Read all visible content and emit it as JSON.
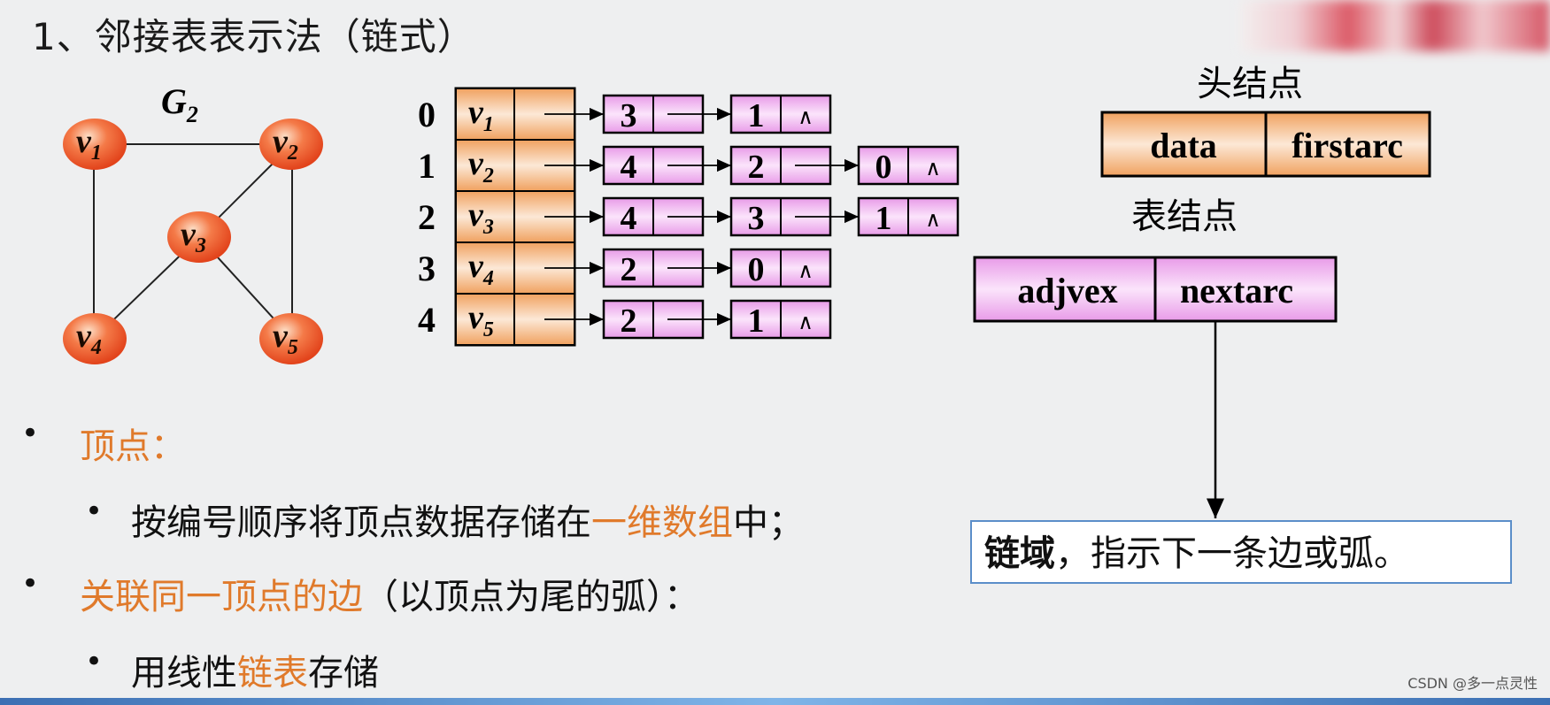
{
  "title": "1、邻接表表示法（链式）",
  "graph": {
    "label": "G",
    "label_sub": "2",
    "vertices": [
      {
        "letter": "v",
        "sub": "1"
      },
      {
        "letter": "v",
        "sub": "2"
      },
      {
        "letter": "v",
        "sub": "3"
      },
      {
        "letter": "v",
        "sub": "4"
      },
      {
        "letter": "v",
        "sub": "5"
      }
    ],
    "edges": [
      [
        "v1",
        "v2"
      ],
      [
        "v1",
        "v4"
      ],
      [
        "v2",
        "v3"
      ],
      [
        "v2",
        "v5"
      ],
      [
        "v3",
        "v4"
      ],
      [
        "v3",
        "v5"
      ]
    ]
  },
  "adjacency": {
    "indices": [
      "0",
      "1",
      "2",
      "3",
      "4"
    ],
    "vertex_letters": [
      "v",
      "v",
      "v",
      "v",
      "v"
    ],
    "vertex_subs": [
      "1",
      "2",
      "3",
      "4",
      "5"
    ],
    "lists": [
      [
        "3",
        "1"
      ],
      [
        "4",
        "2",
        "0"
      ],
      [
        "4",
        "3",
        "1"
      ],
      [
        "2",
        "0"
      ],
      [
        "2",
        "1"
      ]
    ],
    "null_symbol": "∧"
  },
  "head_node": {
    "title": "头结点",
    "fields": [
      "data",
      "firstarc"
    ]
  },
  "table_node": {
    "title": "表结点",
    "fields": [
      "adjvex",
      "nextarc"
    ]
  },
  "callout": {
    "bold": "链域",
    "rest": "，指示下一条边或弧。"
  },
  "bullets": {
    "b1": "顶点：",
    "b1_sub_pre": "按编号顺序将顶点数据存储在",
    "b1_sub_hl": "一维数组",
    "b1_sub_post": "中；",
    "b2_hl": "关联同一顶点的边",
    "b2_post": "（以顶点为尾的弧）：",
    "b2_sub_pre": "用线性",
    "b2_sub_hl": "链表",
    "b2_sub_post": "存储"
  },
  "watermark": "CSDN @多一点灵性",
  "colors": {
    "accent": "#e07a2b",
    "vertex_fill": "#ef5a2e",
    "pink": "#f6c5f4",
    "callout_border": "#5b8ec9"
  }
}
